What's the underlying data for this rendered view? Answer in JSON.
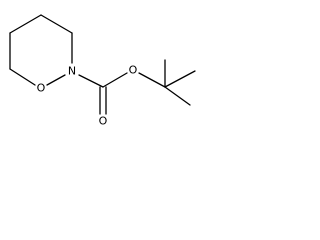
{
  "molecule": {
    "atoms": {
      "ring_oxygen": "O",
      "ring_nitrogen": "N",
      "ester_oxygen": "O",
      "carbonyl_oxygen": "O"
    }
  },
  "colors": {
    "bond": "#000000",
    "label": "#000000",
    "background": "#ffffff"
  }
}
